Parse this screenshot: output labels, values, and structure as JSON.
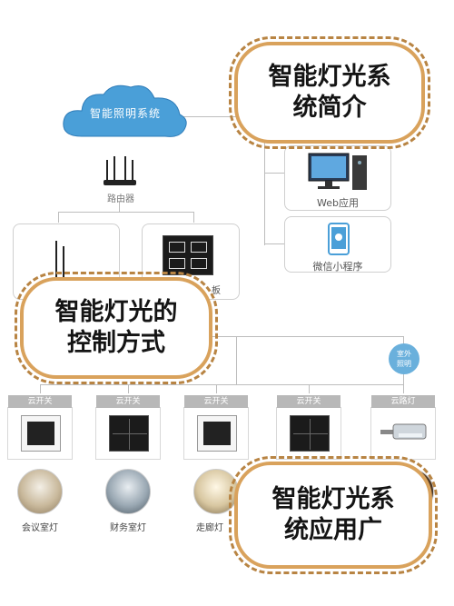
{
  "cloud": {
    "label": "智能照明系统"
  },
  "router": {
    "label": "路由器"
  },
  "apps": [
    {
      "label": "Web应用"
    },
    {
      "label": "微信小程序"
    }
  ],
  "mid_panel_partial_label": "板",
  "switches": [
    {
      "header": "云开关",
      "room": "会议室灯"
    },
    {
      "header": "云开关",
      "room": "财务室灯"
    },
    {
      "header": "云开关",
      "room": "走廊灯"
    },
    {
      "header": "云开关",
      "room": ""
    },
    {
      "header": "云路灯",
      "room": ""
    }
  ],
  "outdoor_badge": {
    "line1": "室外",
    "line2": "照明"
  },
  "callouts": {
    "top_right": {
      "line1": "智能灯光系",
      "line2": "统简介"
    },
    "middle_left": {
      "line1": "智能灯光的",
      "line2": "控制方式"
    },
    "bottom_right": {
      "line1": "智能灯光系",
      "line2": "统应用广"
    }
  },
  "colors": {
    "callout_border": "#d9a25c",
    "cloud_blue": "#4a9fd8",
    "badge_blue": "#6ab0dc"
  }
}
